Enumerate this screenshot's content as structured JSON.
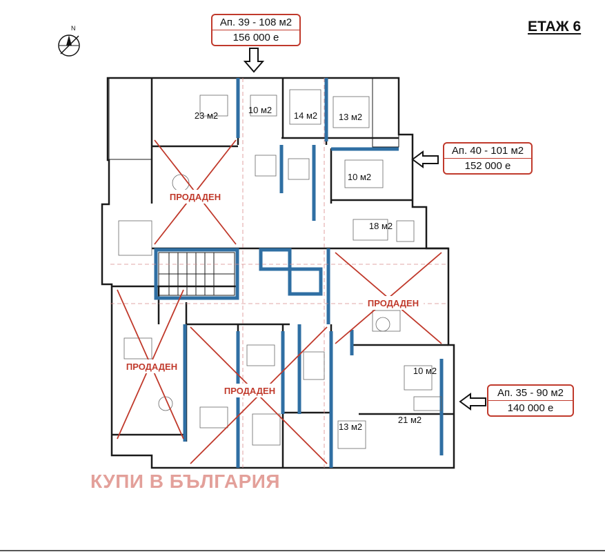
{
  "floor_title": "ЕТАЖ 6",
  "compass_label": "N",
  "watermark": "КУПИ В БЪЛГАРИЯ",
  "callouts": [
    {
      "apartment": "Ап. 39 - 108 м2",
      "price": "156 000 е"
    },
    {
      "apartment": "Ап. 40 - 101 м2",
      "price": "152 000 е"
    },
    {
      "apartment": "Ап. 35 - 90 м2",
      "price": "140 000 е"
    }
  ],
  "sold_label": "ПРОДАДЕН",
  "rooms": [
    "23 м2",
    "10 м2",
    "14 м2",
    "13 м2",
    "10 м2",
    "18 м2",
    "10 м2",
    "21 м2",
    "13 м2"
  ],
  "colors": {
    "accent_red": "#c0392b",
    "wall_blue": "#2f6fa3",
    "wall_dark": "#1a1a1a",
    "watermark": "#e3a09a"
  }
}
